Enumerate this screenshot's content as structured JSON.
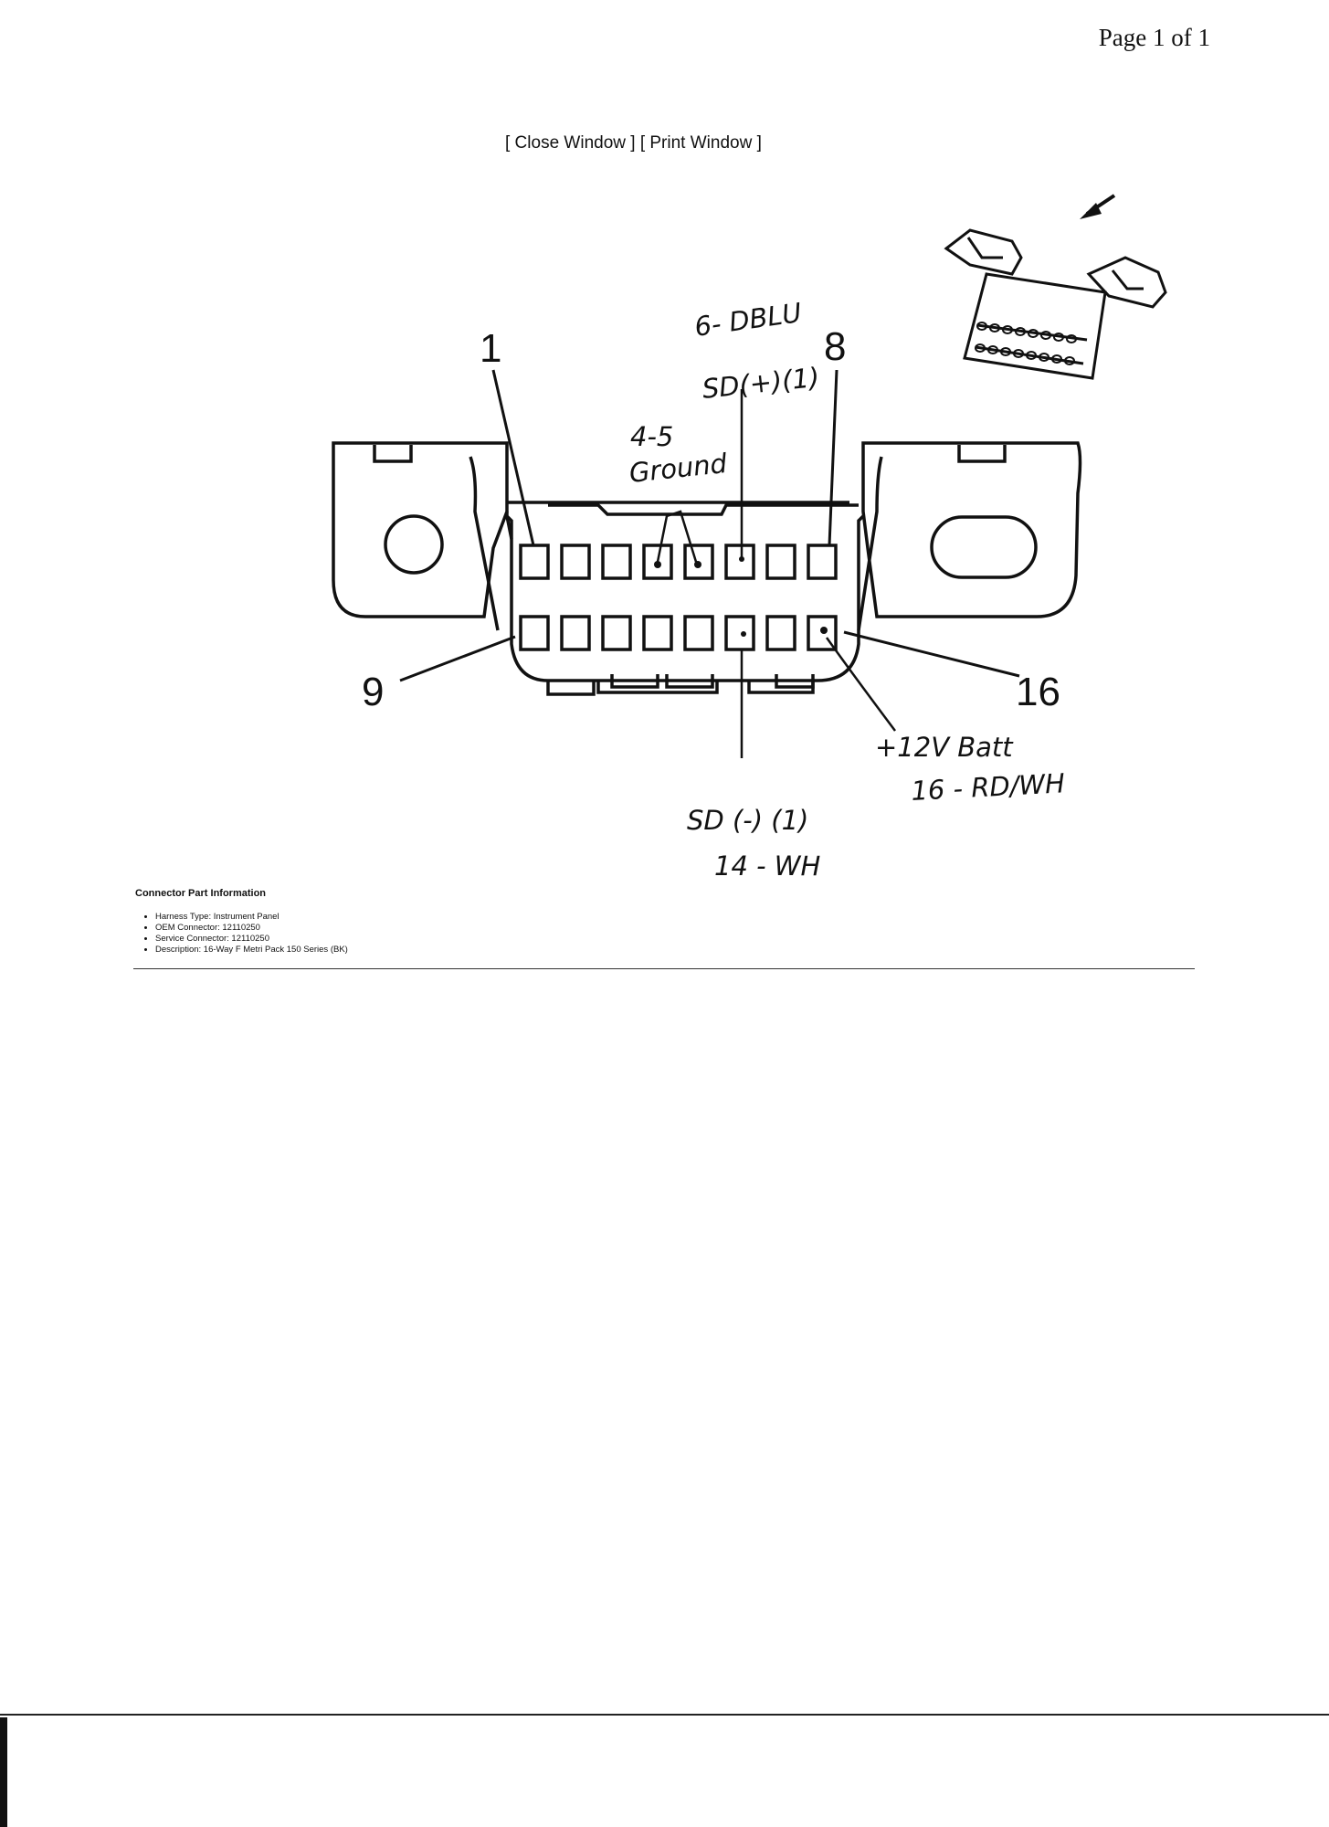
{
  "page_counter": "Page 1 of 1",
  "window_links": {
    "close": "[ Close Window ]",
    "print": "[ Print Window ]"
  },
  "pin_labels": {
    "pin1": "1",
    "pin8": "8",
    "pin9": "9",
    "pin16": "16"
  },
  "annotations": {
    "pin6_color": "6- DBLU",
    "sd_plus": "SD(+)(1)",
    "ground_pins": "4-5",
    "ground_label": "Ground",
    "sd_minus": "SD (-) (1)",
    "pin14_color": "14 - WH",
    "batt": "+12V Batt",
    "pin16_color": "16 - RD/WH"
  },
  "connector_info": {
    "title": "Connector Part Information",
    "items": [
      "Harness Type: Instrument Panel",
      "OEM Connector: 12110250",
      "Service Connector: 12110250",
      "Description: 16-Way F Metri Pack 150 Series (BK)"
    ]
  }
}
